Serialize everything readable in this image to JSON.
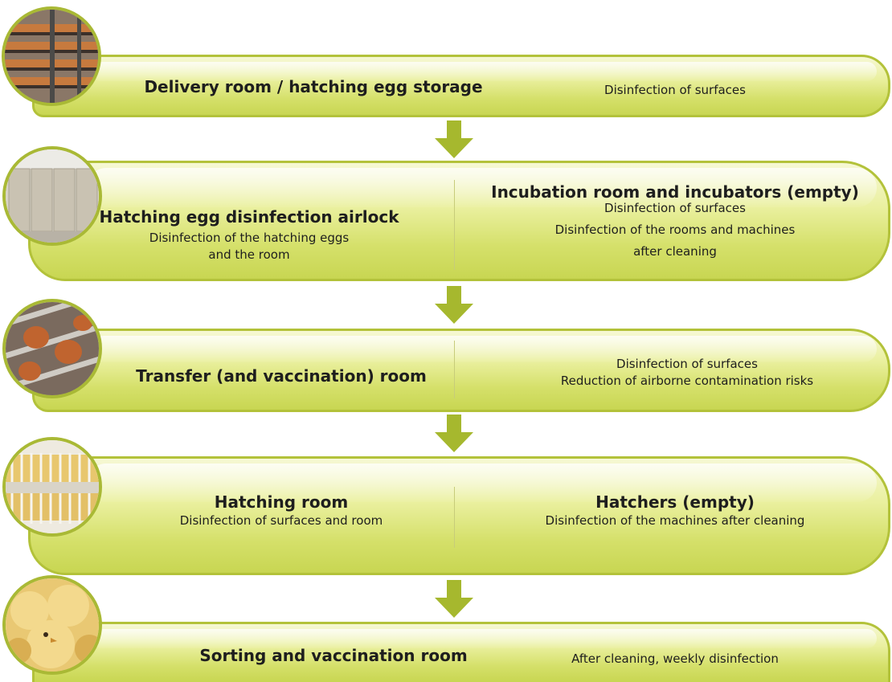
{
  "stages": [
    {
      "photo_icon": "egg-trays-photo",
      "left_title": "Delivery room / hatching egg storage",
      "right_lines": [
        "Disinfection of surfaces"
      ]
    },
    {
      "photo_icon": "incubator-cabinets-photo",
      "left_title": "Hatching egg disinfection airlock",
      "left_lines": [
        "Disinfection of the hatching eggs",
        "and the room"
      ],
      "right_title": "Incubation room and incubators (empty)",
      "right_lines": [
        "Disinfection of surfaces",
        "Disinfection of the rooms and machines",
        "after cleaning"
      ]
    },
    {
      "photo_icon": "egg-transfer-photo",
      "left_title": "Transfer (and vaccination) room",
      "right_lines": [
        "Disinfection of surfaces",
        "Reduction of airborne contamination risks"
      ]
    },
    {
      "photo_icon": "chick-crates-photo",
      "left_title": "Hatching room",
      "left_lines": [
        "Disinfection of surfaces and room"
      ],
      "right_title": "Hatchers (empty)",
      "right_lines": [
        "Disinfection of the machines after cleaning"
      ]
    },
    {
      "photo_icon": "chicks-photo",
      "left_title": "Sorting and vaccination room",
      "right_lines": [
        "After cleaning, weekly disinfection"
      ]
    }
  ],
  "colors": {
    "band_border": "#b3c23a",
    "arrow": "#a6b82e",
    "divider": "#c7cc7a"
  }
}
